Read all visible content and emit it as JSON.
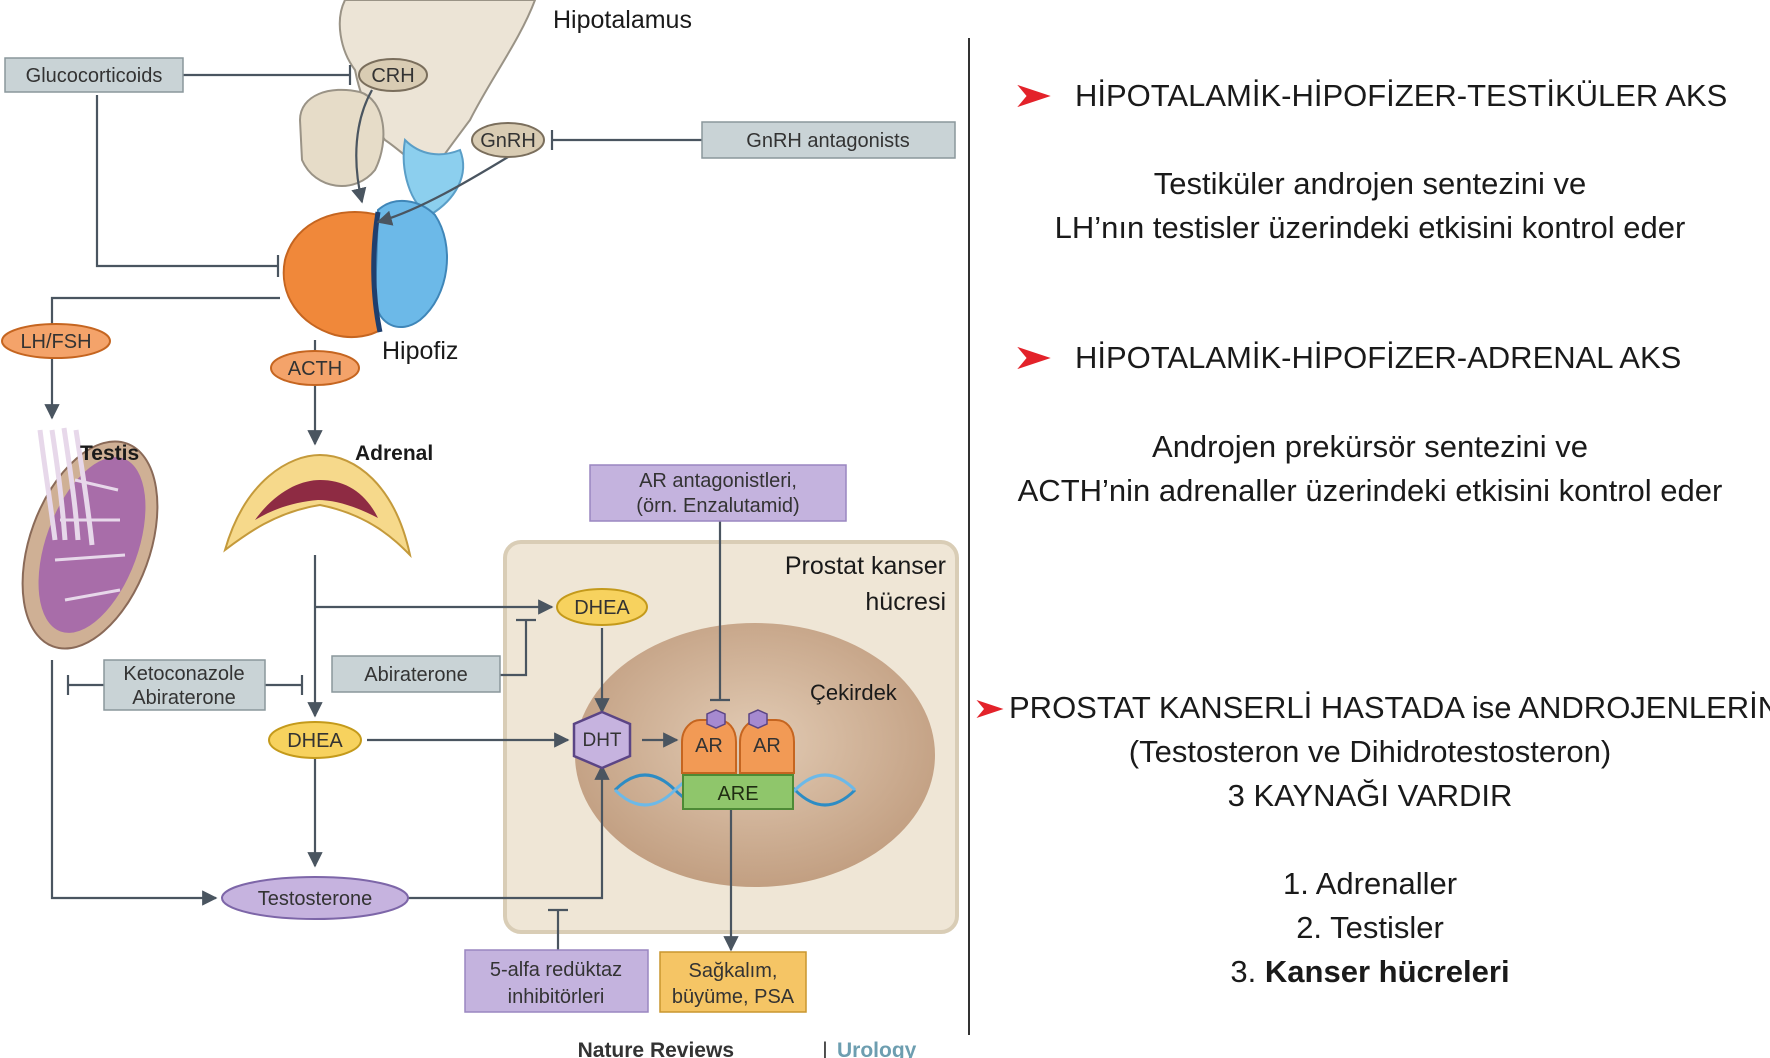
{
  "diagram": {
    "labels": {
      "hypothalamus": "Hipotalamus",
      "pituitary": "Hipofiz",
      "testis": "Testis",
      "adrenal": "Adrenal",
      "prostate_cell_line1": "Prostat kanser",
      "prostate_cell_line2": "hücresi",
      "nucleus": "Çekirdek"
    },
    "nodes": {
      "crh": "CRH",
      "gnrh": "GnRH",
      "lh_fsh": "LH/FSH",
      "acth": "ACTH",
      "dhea_top": "DHEA",
      "dhea_mid": "DHEA",
      "dht": "DHT",
      "ar_left": "AR",
      "ar_right": "AR",
      "are": "ARE",
      "testosterone": "Testosterone"
    },
    "drug_boxes": {
      "glucocorticoids": "Glucocorticoids",
      "gnrh_antagonists": "GnRH antagonists",
      "ketoconazole_line1": "Ketoconazole",
      "ketoconazole_line2": "Abiraterone",
      "abiraterone": "Abiraterone",
      "ar_antagonists_line1": "AR antagonistleri,",
      "ar_antagonists_line2": "(örn. Enzalutamid)",
      "five_alpha_line1": "5-alfa redüktaz",
      "five_alpha_line2": "inhibitörleri",
      "outcome_line1": "Sağkalım,",
      "outcome_line2": "büyüme, PSA"
    },
    "credit": {
      "journal": "Nature Reviews",
      "separator": "|",
      "section": "Urology"
    },
    "colors": {
      "drug_box_grey": "#c9d3d6",
      "drug_box_purple": "#c4b3de",
      "outcome_box": "#f5c565",
      "hormone_orange": "#f4a36a",
      "hormone_yellow": "#f7d25e",
      "hormone_purple": "#c6b3df",
      "pituitary_orange": "#f0883a",
      "pituitary_blue": "#6cb9e8",
      "cell_bg": "#efe6d6",
      "nucleus": "#c9a98c",
      "accent_red": "#e3222a"
    }
  },
  "right": {
    "heading1": "HİPOTALAMİK-HİPOFİZER-TESTİKÜLER AKS",
    "para1_line1": "Testiküler androjen sentezini ve",
    "para1_line2": "LH’nın testisler üzerindeki etkisini kontrol eder",
    "heading2": "HİPOTALAMİK-HİPOFİZER-ADRENAL AKS",
    "para2_line1": "Androjen prekürsör sentezini ve",
    "para2_line2": "ACTH’nin adrenaller üzerindeki etkisini kontrol eder",
    "heading3": "PROSTAT KANSERLİ HASTADA ise ANDROJENLERİN",
    "para3_line1": "(Testosteron ve Dihidrotestosteron)",
    "para3_line2": "3 KAYNAĞI VARDIR",
    "list": {
      "item1": "1. Adrenaller",
      "item2": "2. Testisler",
      "item3_number": "3.",
      "item3_text": "Kanser hücreleri"
    }
  }
}
